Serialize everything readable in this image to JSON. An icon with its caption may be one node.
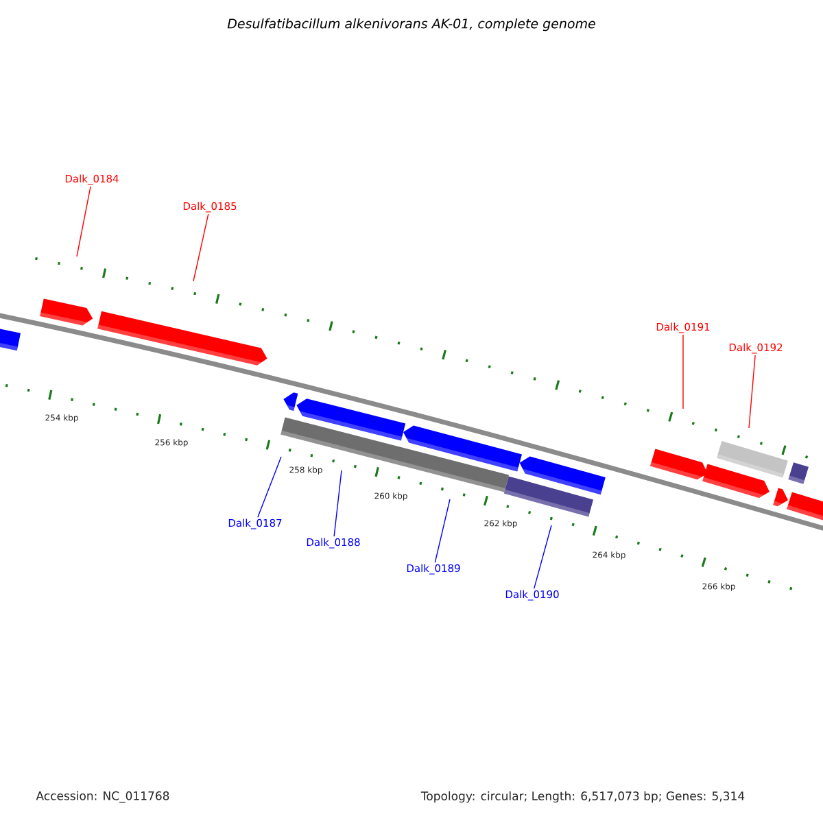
{
  "diagram": {
    "title": "Desulfatibacillum alkenivorans AK-01, complete genome",
    "nodes": [
      {
        "text": [
          "Dalk_0184"
        ]
      },
      {
        "text": [
          "Dalk_0185"
        ]
      },
      {
        "text": [
          "Dalk_0191"
        ]
      },
      {
        "text": [
          "Dalk_0192"
        ]
      },
      {
        "text": [
          "Dalk_0187"
        ]
      },
      {
        "text": [
          "Dalk_0188"
        ]
      },
      {
        "text": [
          "Dalk_0189"
        ]
      },
      {
        "text": [
          "Dalk_0190"
        ]
      },
      {
        "text": [],
        "shape": "bar"
      },
      {
        "text": [],
        "shape": "bar"
      },
      {
        "text": [],
        "shape": "bar"
      },
      {
        "text": [],
        "shape": "bar"
      },
      {
        "text": [],
        "shape": "bar"
      },
      {
        "text": [],
        "shape": "bar"
      },
      {
        "text": [],
        "shape": "bar"
      },
      {
        "text": [],
        "shape": "bar"
      },
      {
        "text": [],
        "shape": "bar"
      },
      {
        "text": [],
        "shape": "bar"
      },
      {
        "text": [],
        "shape": "bar"
      },
      {
        "text": [],
        "shape": "bar"
      },
      {
        "text": [],
        "shape": "bar"
      },
      {
        "text": [],
        "shape": "bar"
      },
      {
        "text": [],
        "shape": "bar"
      }
    ],
    "edges": [
      {
        "from": 0,
        "to": null,
        "arrow": "none",
        "color": "#ff0000"
      },
      {
        "from": 1,
        "to": null,
        "arrow": "none",
        "color": "#ff0000"
      },
      {
        "from": 2,
        "to": null,
        "arrow": "none",
        "color": "#ff0000"
      },
      {
        "from": 3,
        "to": null,
        "arrow": "none",
        "color": "#ff0000"
      },
      {
        "from": 4,
        "to": null,
        "arrow": "none",
        "color": "#0000ff"
      },
      {
        "from": 5,
        "to": null,
        "arrow": "none",
        "color": "#0000ff"
      },
      {
        "from": 6,
        "to": null,
        "arrow": "none",
        "color": "#0000ff"
      },
      {
        "from": 7,
        "to": null,
        "arrow": "none",
        "color": "#0000ff"
      }
    ],
    "labels": [
      "254 kbp",
      "256 kbp",
      "258 kbp",
      "260 kbp",
      "262 kbp",
      "264 kbp",
      "266 kbp",
      "Accession: NC_011768",
      "Topology: circular; Length: 6,517,073 bp; Genes: 5,314"
    ]
  }
}
